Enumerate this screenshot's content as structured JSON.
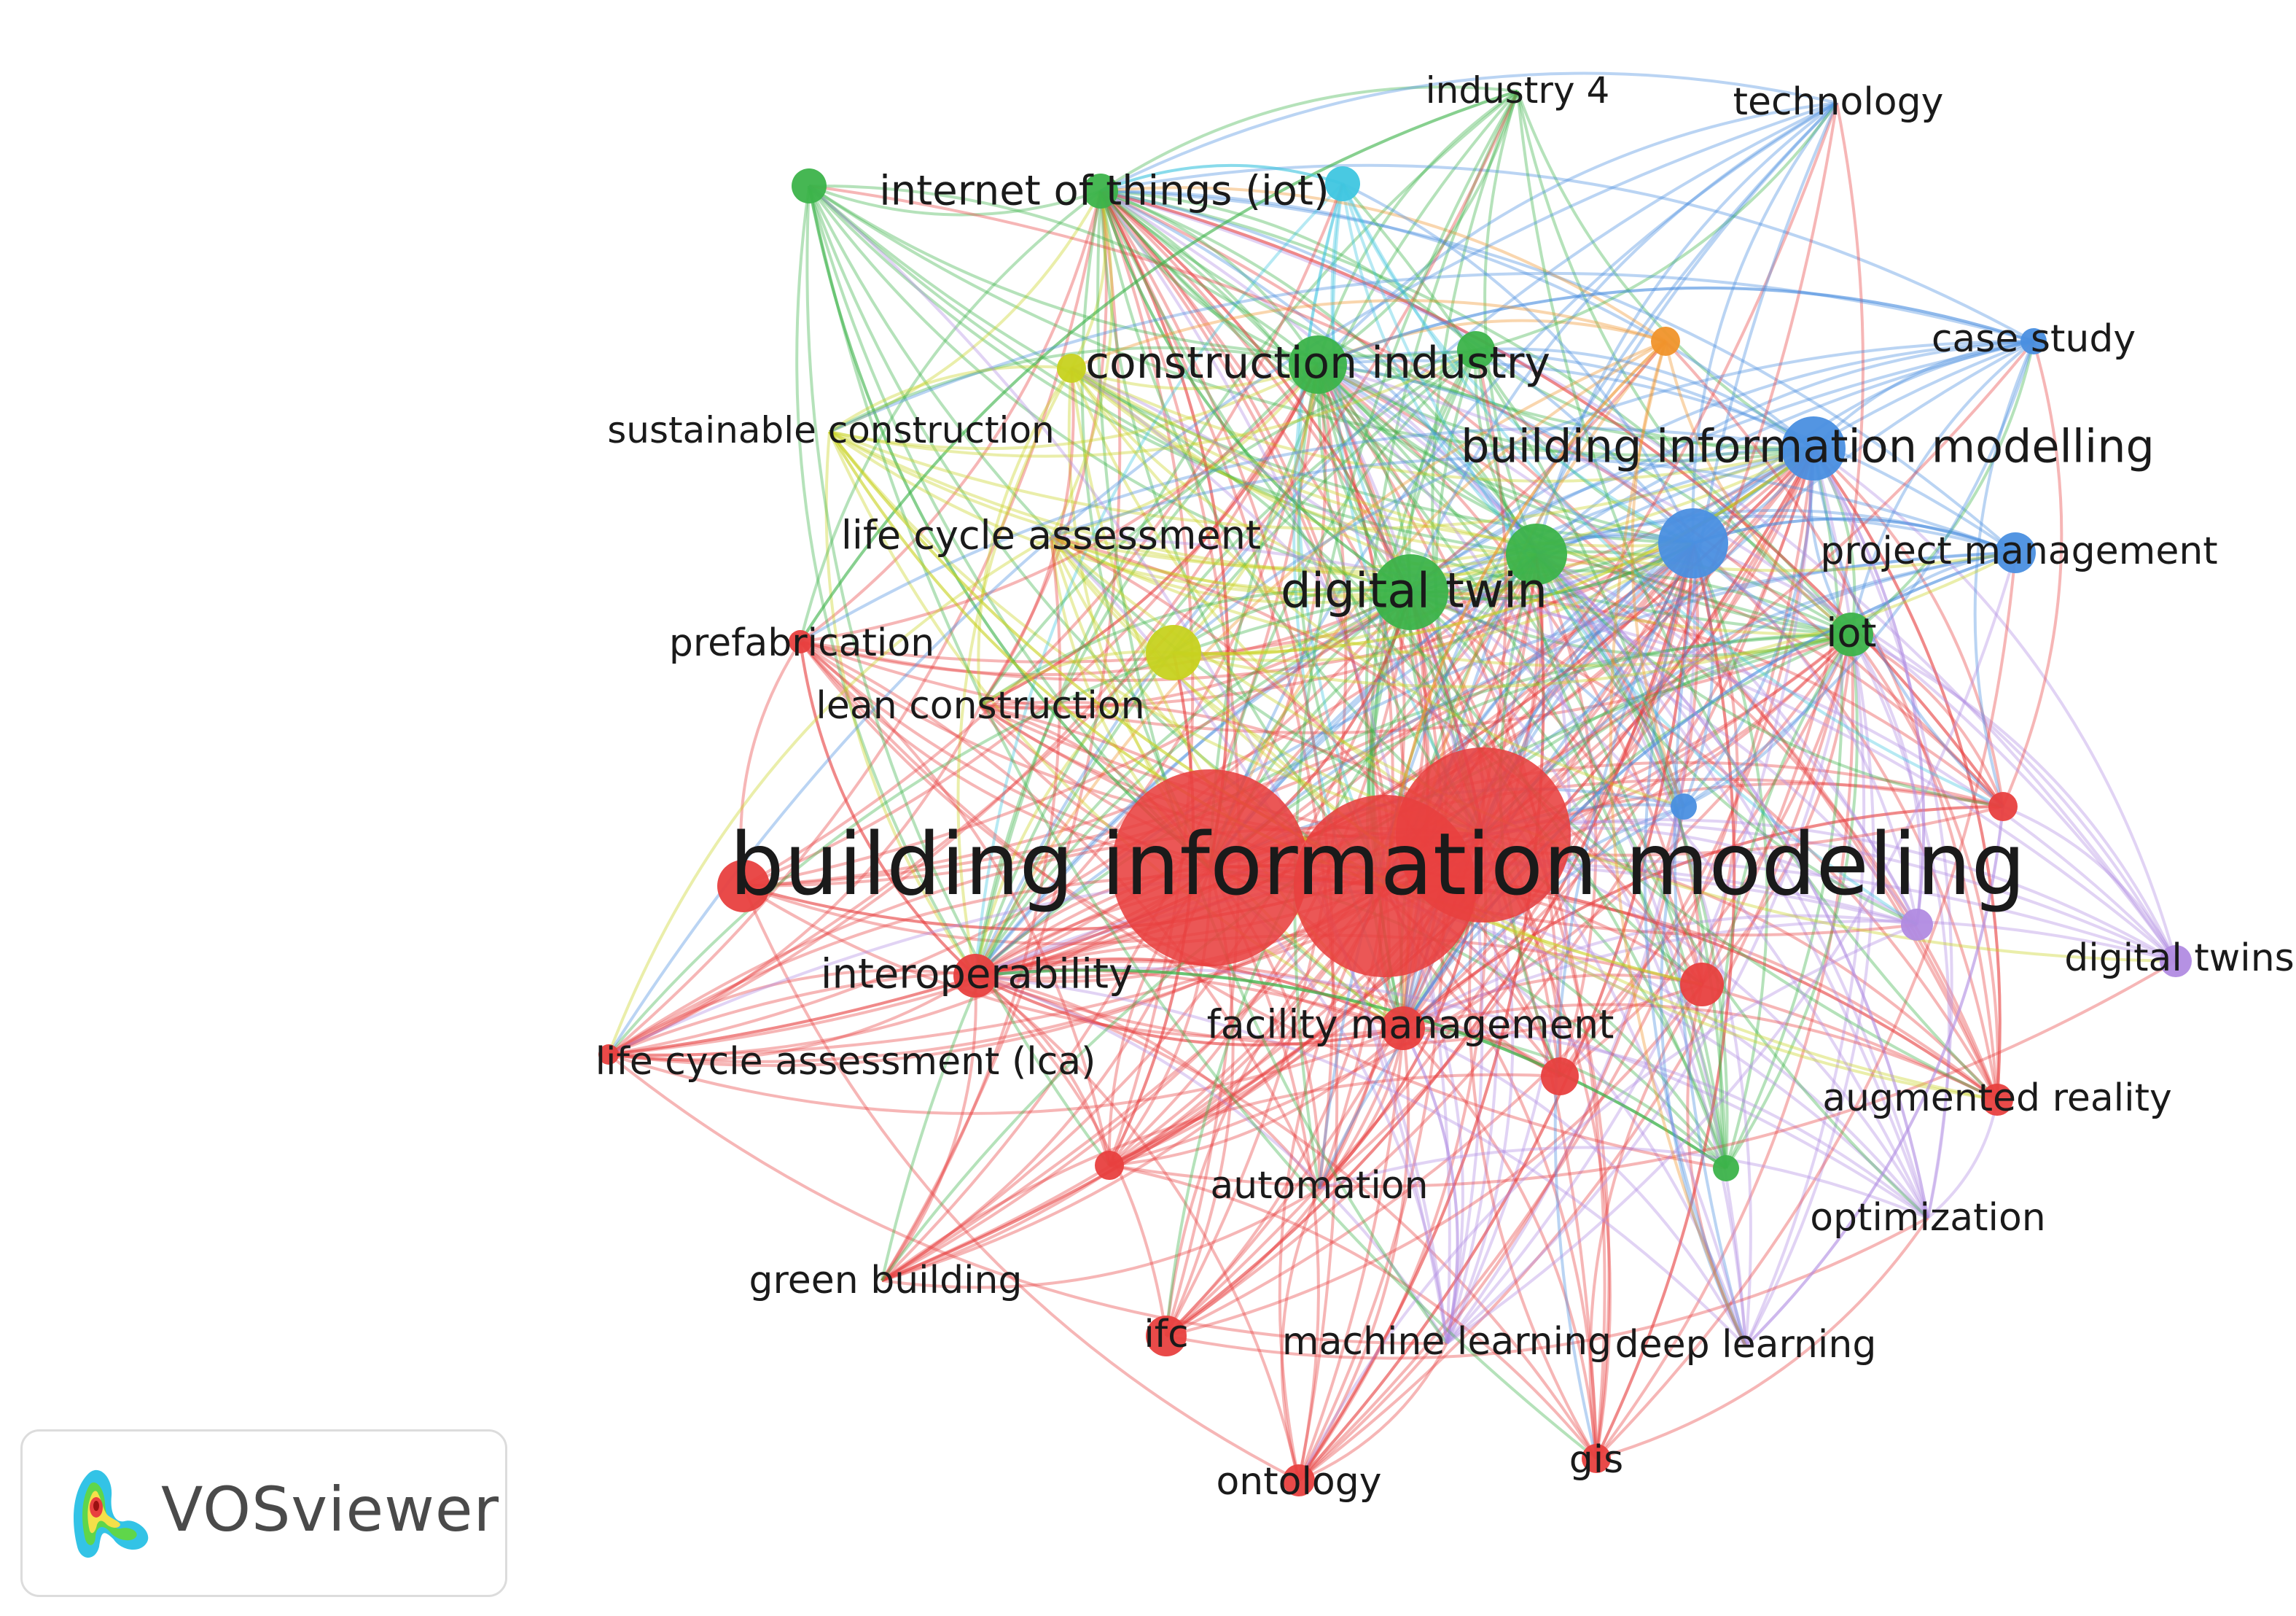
{
  "app_name": "VOSviewer",
  "logo": {
    "text": "VOSviewer",
    "icon": "vosviewer-density-icon"
  },
  "clusters": {
    "red": "#e8403f",
    "green": "#3cb34a",
    "blue": "#4a8fe0",
    "yellow": "#c7d21f",
    "purple": "#b18be2",
    "cyan": "#3fc6e0",
    "orange": "#f0932b"
  },
  "nodes": [
    {
      "id": "bim",
      "label": "building information modeling",
      "cluster": "red"
    },
    {
      "id": "bim2",
      "label": "",
      "cluster": "red"
    },
    {
      "id": "bim3",
      "label": "",
      "cluster": "red"
    },
    {
      "id": "interop",
      "label": "interoperability",
      "cluster": "red"
    },
    {
      "id": "facility",
      "label": "facility management",
      "cluster": "red"
    },
    {
      "id": "prefab",
      "label": "prefabrication",
      "cluster": "red"
    },
    {
      "id": "lean",
      "label": "lean construction",
      "cluster": "red"
    },
    {
      "id": "lcalca",
      "label": "life cycle assessment (lca)",
      "cluster": "red"
    },
    {
      "id": "automation",
      "label": "automation",
      "cluster": "red"
    },
    {
      "id": "green",
      "label": "green building",
      "cluster": "red"
    },
    {
      "id": "ifc",
      "label": "ifc",
      "cluster": "red"
    },
    {
      "id": "ontology",
      "label": "ontology",
      "cluster": "red"
    },
    {
      "id": "gis",
      "label": "gis",
      "cluster": "red"
    },
    {
      "id": "augmented",
      "label": "augmented reality",
      "cluster": "red"
    },
    {
      "id": "red_a",
      "label": "",
      "cluster": "red"
    },
    {
      "id": "red_b",
      "label": "",
      "cluster": "red"
    },
    {
      "id": "red_c",
      "label": "",
      "cluster": "red"
    },
    {
      "id": "red_d",
      "label": "",
      "cluster": "red"
    },
    {
      "id": "red_e",
      "label": "",
      "cluster": "red"
    },
    {
      "id": "digitaltwin",
      "label": "digital twin",
      "cluster": "green"
    },
    {
      "id": "iot",
      "label": "iot",
      "cluster": "green"
    },
    {
      "id": "iotthings",
      "label": "internet of things (iot)",
      "cluster": "green"
    },
    {
      "id": "constr",
      "label": "construction industry",
      "cluster": "green"
    },
    {
      "id": "industry4",
      "label": "industry 4",
      "cluster": "green"
    },
    {
      "id": "green_a",
      "label": "",
      "cluster": "green"
    },
    {
      "id": "green_b",
      "label": "",
      "cluster": "green"
    },
    {
      "id": "green_c",
      "label": "",
      "cluster": "green"
    },
    {
      "id": "green_d",
      "label": "",
      "cluster": "green"
    },
    {
      "id": "bimling",
      "label": "building information modelling",
      "cluster": "blue"
    },
    {
      "id": "technology",
      "label": "technology",
      "cluster": "blue"
    },
    {
      "id": "casestudy",
      "label": "case study",
      "cluster": "blue"
    },
    {
      "id": "projmgmt",
      "label": "project management",
      "cluster": "blue"
    },
    {
      "id": "blue_a",
      "label": "",
      "cluster": "blue"
    },
    {
      "id": "blue_b",
      "label": "",
      "cluster": "blue"
    },
    {
      "id": "sustain",
      "label": "sustainable construction",
      "cluster": "yellow"
    },
    {
      "id": "lifecycle",
      "label": "life cycle assessment",
      "cluster": "yellow"
    },
    {
      "id": "yellow_a",
      "label": "",
      "cluster": "yellow"
    },
    {
      "id": "yellow_b",
      "label": "",
      "cluster": "yellow"
    },
    {
      "id": "digitaltwins",
      "label": "digital twins",
      "cluster": "purple"
    },
    {
      "id": "optim",
      "label": "optimization",
      "cluster": "purple"
    },
    {
      "id": "ml",
      "label": "machine learning",
      "cluster": "purple"
    },
    {
      "id": "dl",
      "label": "deep learning",
      "cluster": "purple"
    },
    {
      "id": "purple_a",
      "label": "",
      "cluster": "purple"
    },
    {
      "id": "cyan_a",
      "label": "",
      "cluster": "cyan"
    },
    {
      "id": "orange_a",
      "label": "",
      "cluster": "orange"
    }
  ]
}
